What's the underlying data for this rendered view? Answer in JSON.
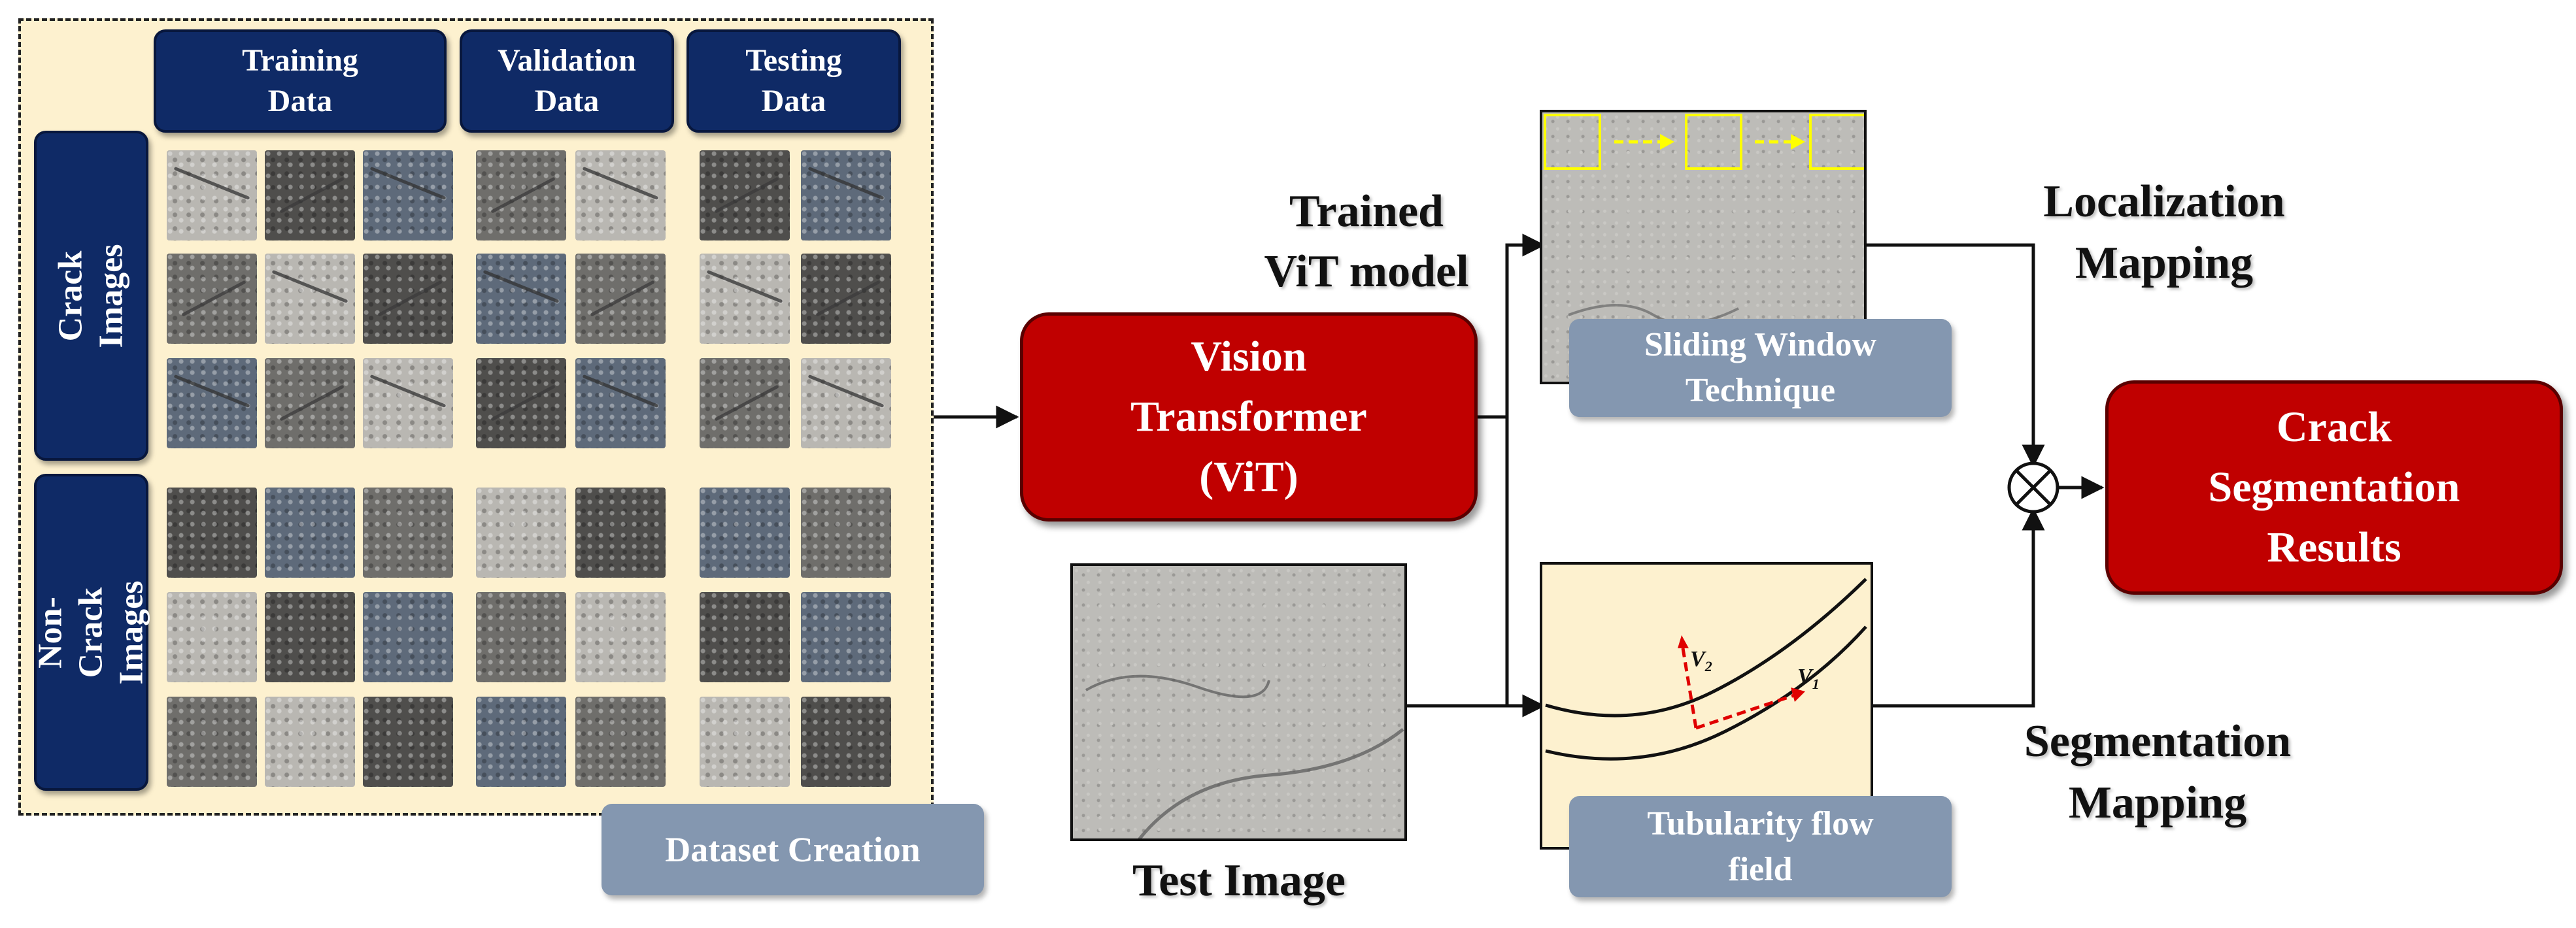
{
  "dataset": {
    "columns": [
      "Training\nData",
      "Validation\nData",
      "Testing\nData"
    ],
    "rows": [
      "Crack Images",
      "Non-Crack\nImages"
    ],
    "label": "Dataset Creation"
  },
  "vit": {
    "label": "Vision\nTransformer\n(ViT)",
    "trained_label": "Trained\nViT model"
  },
  "sliding": {
    "label": "Sliding Window\nTechnique"
  },
  "test_image": {
    "caption": "Test Image"
  },
  "tubularity": {
    "label": "Tubularity flow\nfield",
    "v1": "V",
    "v1_sub": "1",
    "v2": "V",
    "v2_sub": "2"
  },
  "localization": {
    "label": "Localization\nMapping"
  },
  "segmentation": {
    "label": "Segmentation\nMapping"
  },
  "result": {
    "label": "Crack\nSegmentation\nResults"
  },
  "colors": {
    "panel_bg": "#fdf1cf",
    "navy": "#0f2a66",
    "red": "#c00000",
    "label_grey": "#8497b0",
    "window_yellow": "#ffff00",
    "vector_red": "#e00000"
  }
}
